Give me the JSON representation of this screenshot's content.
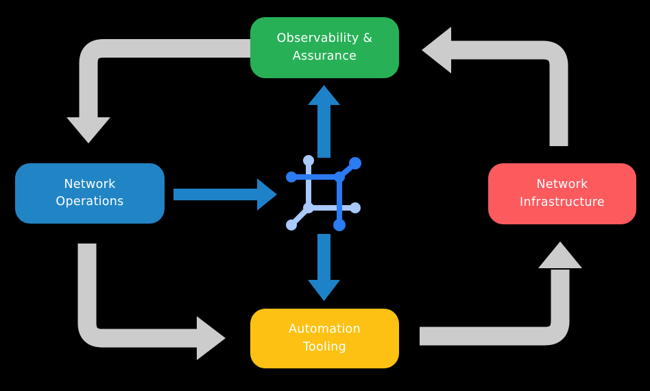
{
  "title": "Network automation cycle diagram",
  "colors": {
    "background": "#000000",
    "green": "#27b056",
    "blue": "#2185c5",
    "red": "#fd5a5e",
    "yellow": "#fcc113",
    "arrow-gray": "#cccccc",
    "arrow-blue": "#1e82c8",
    "icon-dark-blue": "#2b7bf2",
    "icon-light-blue": "#a9c8fb",
    "text": "#ffffff"
  },
  "nodes": {
    "observability": {
      "label": "Observability &\nAssurance",
      "color": "#27b056"
    },
    "operations": {
      "label": "Network\nOperations",
      "color": "#2185c5"
    },
    "infrastructure": {
      "label": "Network\nInfrastructure",
      "color": "#fd5a5e"
    },
    "automation": {
      "label": "Automation\nTooling",
      "color": "#fcc113"
    }
  },
  "center_icon": "network-automation-icon",
  "flows": {
    "gray_cycle": [
      {
        "from": "observability",
        "to": "operations"
      },
      {
        "from": "operations",
        "to": "automation"
      },
      {
        "from": "automation",
        "to": "infrastructure"
      },
      {
        "from": "infrastructure",
        "to": "observability"
      }
    ],
    "blue_links": [
      {
        "from": "operations",
        "to": "center"
      },
      {
        "from": "center",
        "to": "observability"
      },
      {
        "from": "center",
        "to": "automation"
      }
    ]
  }
}
